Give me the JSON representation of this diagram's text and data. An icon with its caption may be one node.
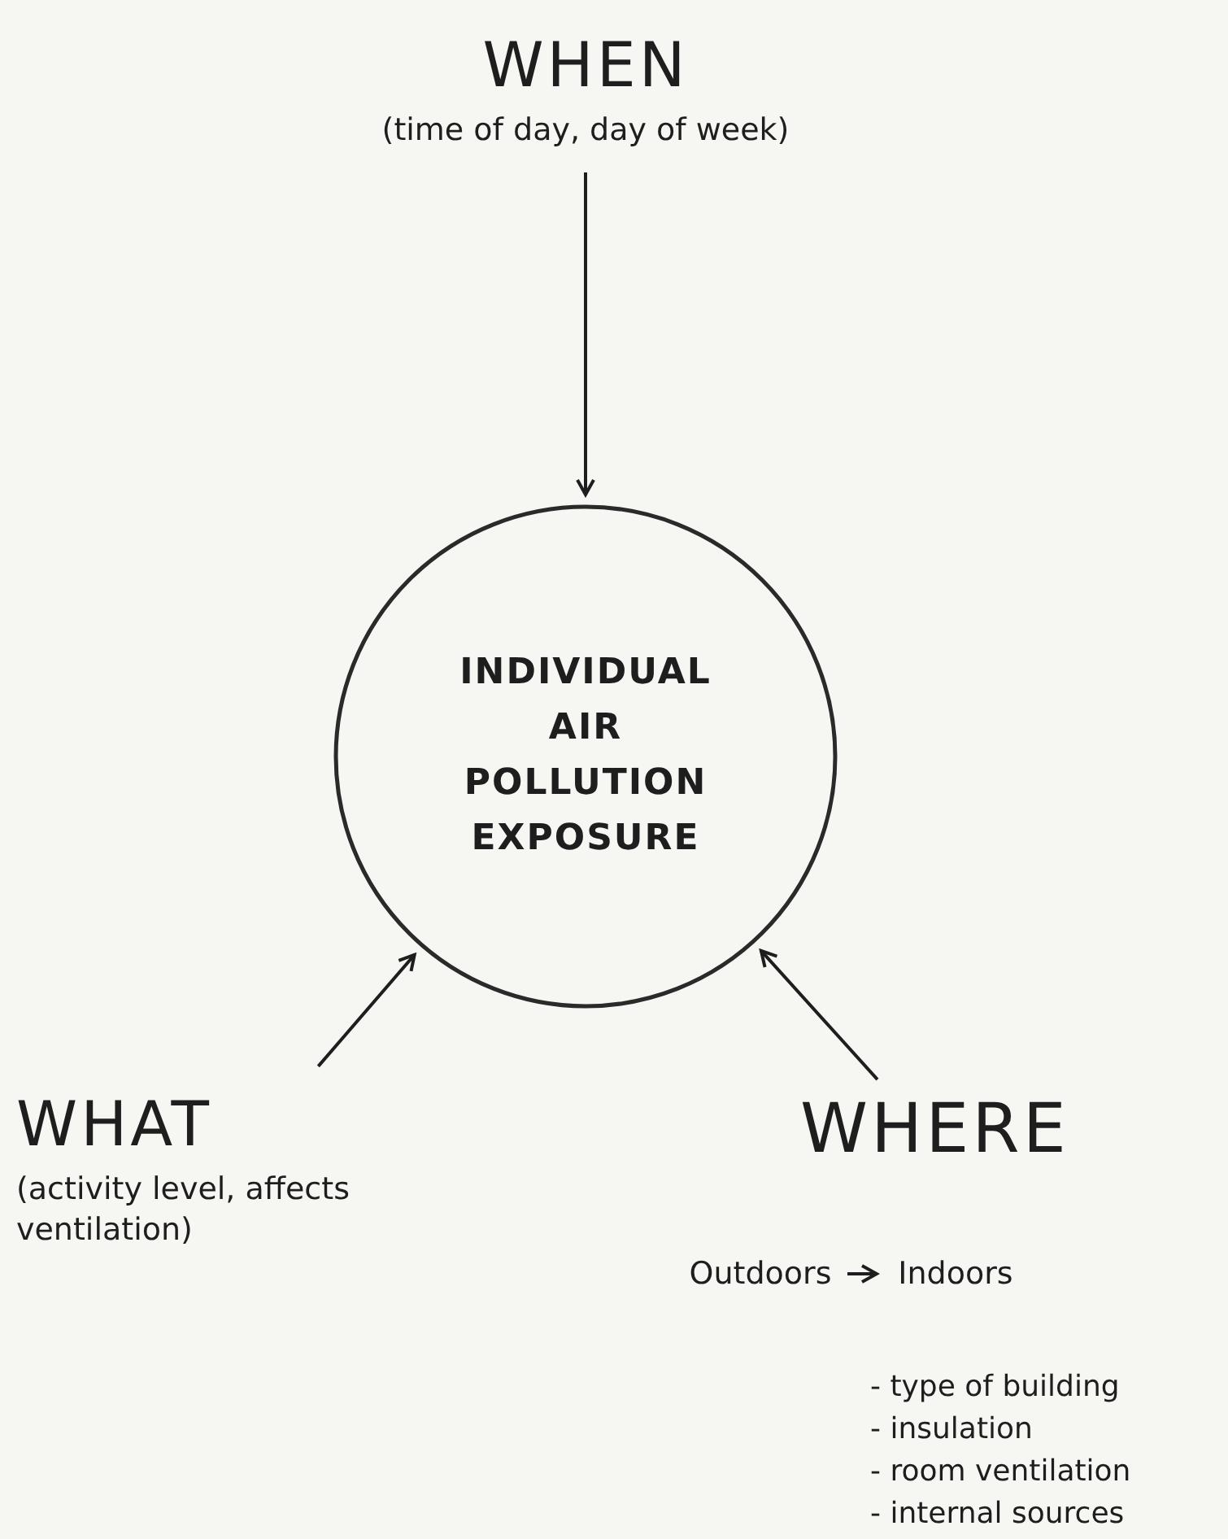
{
  "diagram": {
    "nodes": [
      {
        "text": [
          "WHEN",
          "(time of day, day of week)"
        ]
      },
      {
        "text": [
          "INDIVIDUAL AIR POLLUTION EXPOSURE"
        ]
      },
      {
        "text": [
          "WHAT",
          "(activity level, affects ventilation)"
        ]
      },
      {
        "text": [
          "WHERE"
        ]
      },
      {
        "text": [
          "Outdoors"
        ]
      },
      {
        "text": [
          "Indoors"
        ]
      }
    ],
    "edges": [
      {
        "from": 0,
        "to": 1,
        "arrow": "to"
      },
      {
        "from": 2,
        "to": 1,
        "arrow": "to"
      },
      {
        "from": 3,
        "to": 1,
        "arrow": "to"
      },
      {
        "from": 4,
        "to": 5,
        "arrow": "to"
      }
    ],
    "labels": [
      "- type of building",
      "- insulation",
      "- room ventilation",
      "- internal sources"
    ]
  }
}
